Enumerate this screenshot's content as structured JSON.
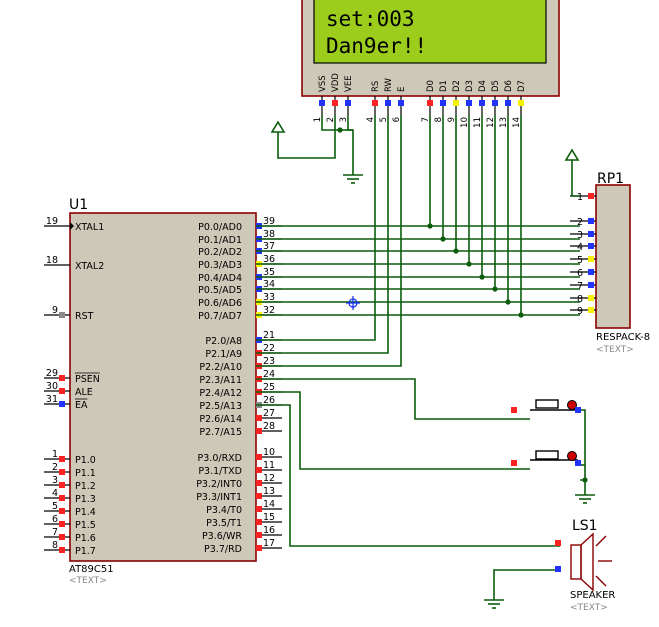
{
  "lcd": {
    "line1": "set:003",
    "line2": "Dan9er!!",
    "pin_labels": [
      "VSS",
      "VDD",
      "VEE",
      "RS",
      "RW",
      "E",
      "D0",
      "D1",
      "D2",
      "D3",
      "D4",
      "D5",
      "D6",
      "D7"
    ],
    "pin_numbers": [
      "1",
      "2",
      "3",
      "4",
      "5",
      "6",
      "7",
      "8",
      "9",
      "10",
      "11",
      "12",
      "13",
      "14"
    ]
  },
  "mcu": {
    "ref": "U1",
    "part": "AT89C51",
    "text_placeholder": "<TEXT>",
    "left_pins": [
      {
        "num": "19",
        "label": "XTAL1"
      },
      {
        "num": "18",
        "label": "XTAL2"
      },
      {
        "num": "9",
        "label": "RST"
      },
      {
        "num": "29",
        "label": "PSEN"
      },
      {
        "num": "30",
        "label": "ALE"
      },
      {
        "num": "31",
        "label": "EA"
      },
      {
        "num": "1",
        "label": "P1.0"
      },
      {
        "num": "2",
        "label": "P1.1"
      },
      {
        "num": "3",
        "label": "P1.2"
      },
      {
        "num": "4",
        "label": "P1.3"
      },
      {
        "num": "5",
        "label": "P1.4"
      },
      {
        "num": "6",
        "label": "P1.5"
      },
      {
        "num": "7",
        "label": "P1.6"
      },
      {
        "num": "8",
        "label": "P1.7"
      }
    ],
    "right_pins": [
      {
        "num": "39",
        "label": "P0.0/AD0"
      },
      {
        "num": "38",
        "label": "P0.1/AD1"
      },
      {
        "num": "37",
        "label": "P0.2/AD2"
      },
      {
        "num": "36",
        "label": "P0.3/AD3"
      },
      {
        "num": "35",
        "label": "P0.4/AD4"
      },
      {
        "num": "34",
        "label": "P0.5/AD5"
      },
      {
        "num": "33",
        "label": "P0.6/AD6"
      },
      {
        "num": "32",
        "label": "P0.7/AD7"
      },
      {
        "num": "21",
        "label": "P2.0/A8"
      },
      {
        "num": "22",
        "label": "P2.1/A9"
      },
      {
        "num": "23",
        "label": "P2.2/A10"
      },
      {
        "num": "24",
        "label": "P2.3/A11"
      },
      {
        "num": "25",
        "label": "P2.4/A12"
      },
      {
        "num": "26",
        "label": "P2.5/A13"
      },
      {
        "num": "27",
        "label": "P2.6/A14"
      },
      {
        "num": "28",
        "label": "P2.7/A15"
      },
      {
        "num": "10",
        "label": "P3.0/RXD"
      },
      {
        "num": "11",
        "label": "P3.1/TXD"
      },
      {
        "num": "12",
        "label": "P3.2/INT0"
      },
      {
        "num": "13",
        "label": "P3.3/INT1"
      },
      {
        "num": "14",
        "label": "P3.4/T0"
      },
      {
        "num": "15",
        "label": "P3.5/T1"
      },
      {
        "num": "16",
        "label": "P3.6/WR"
      },
      {
        "num": "17",
        "label": "P3.7/RD"
      }
    ]
  },
  "respack": {
    "ref": "RP1",
    "part": "RESPACK-8",
    "text_placeholder": "<TEXT>",
    "pin_numbers": [
      "1",
      "2",
      "3",
      "4",
      "5",
      "6",
      "7",
      "8",
      "9"
    ]
  },
  "speaker": {
    "ref": "LS1",
    "part": "SPEAKER",
    "text_placeholder": "<TEXT>"
  },
  "colors": {
    "wire": "#0b5c0b",
    "component_outline": "#8b0000",
    "mcu_fill": "#cdc8b8",
    "lcd_screen": "#9ccc1c",
    "lcd_body": "#cdc8b8",
    "pin_blue": "#2233ff",
    "pin_red": "#ff2222",
    "pin_yellow": "#f7f000",
    "pin_gray": "#8a8a8a",
    "label_blue": "#0000c0",
    "text_gray": "#888888",
    "probe_blue": "#1030ff"
  }
}
